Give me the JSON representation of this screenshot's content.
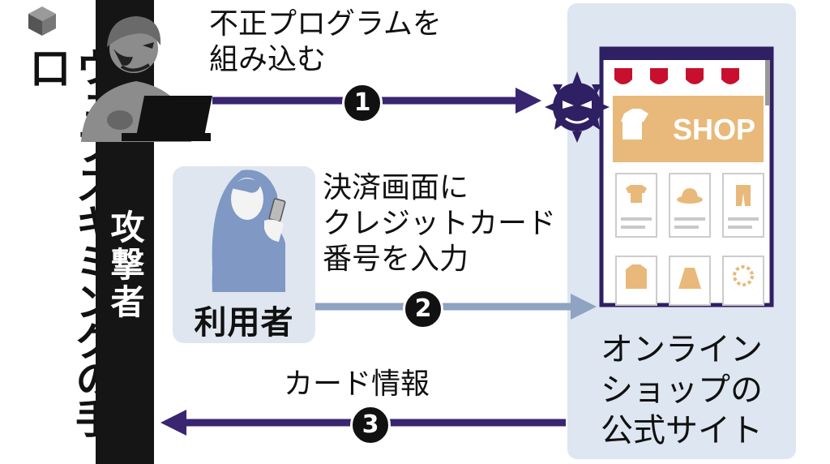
{
  "title": "ウェブスキミングの手口",
  "actors": {
    "attacker": "攻撃者",
    "user": "利用者",
    "shop_lines": [
      "オンライン",
      "ショップの",
      "公式サイト"
    ]
  },
  "shop_sign": "SHOP",
  "steps": [
    {
      "number": "1",
      "lines": [
        "不正プログラムを",
        "組み込む"
      ]
    },
    {
      "number": "2",
      "lines": [
        "決済画面に",
        "クレジットカード",
        "番号を入力"
      ]
    },
    {
      "number": "3",
      "lines": [
        "カード情報"
      ]
    }
  ],
  "colors": {
    "attacker_bar": "#151515",
    "arrow_malicious": "#3a2571",
    "arrow_user": "#8fa3c2",
    "panel_bg": "#dde6f1",
    "awning_red": "#c8102e",
    "product_tan": "#e8b97a",
    "virus": "#2f1f63"
  },
  "icons": [
    "cube-icon",
    "hacker-figure-icon",
    "laptop-icon",
    "woman-with-phone-icon",
    "virus-icon",
    "shop-page-icon"
  ]
}
